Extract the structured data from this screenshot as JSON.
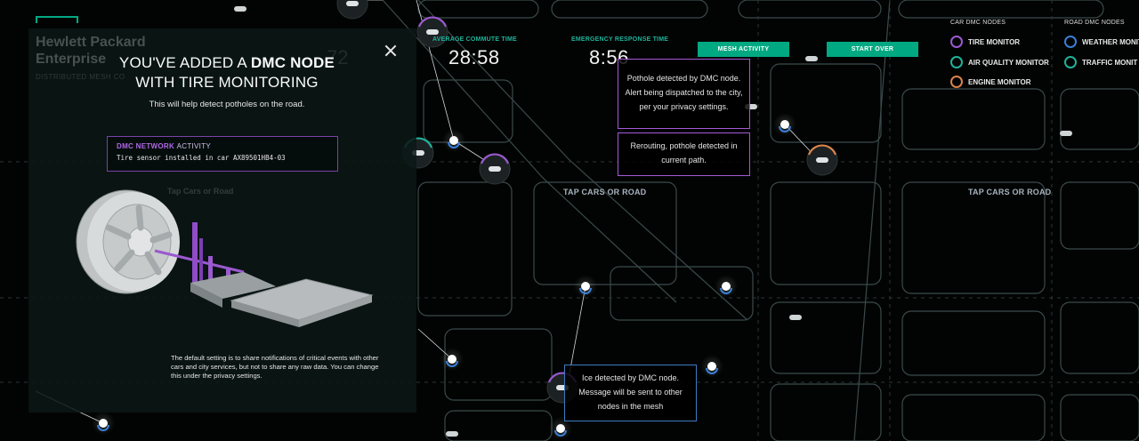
{
  "header": {
    "metrics": [
      {
        "label": "Average Commute Time",
        "value": "28:58"
      },
      {
        "label": "Emergency Response Time",
        "value": "8:56"
      }
    ],
    "buttons": {
      "mesh_activity": "Mesh Activity",
      "start_over": "Start Over"
    }
  },
  "legend": {
    "car_heading": "Car DMC Nodes",
    "car_items": [
      {
        "label": "Tire Monitor",
        "color": "#9b59d0",
        "icon": "tire-ring-icon"
      },
      {
        "label": "Air Quality Monitor",
        "color": "#1fb29a",
        "icon": "air-quality-ring-icon"
      },
      {
        "label": "Engine Monitor",
        "color": "#d9834a",
        "icon": "engine-ring-icon"
      }
    ],
    "road_heading": "Road DMC Nodes",
    "road_items": [
      {
        "label": "Weather Monit",
        "color": "#3b7ed6",
        "icon": "weather-ring-icon"
      },
      {
        "label": "Traffic Monit",
        "color": "#1fb29a",
        "icon": "traffic-ring-icon"
      }
    ]
  },
  "map": {
    "tap_labels": [
      "Tap Cars or Road",
      "Tap Cars or Road"
    ],
    "alerts": {
      "pothole": "Pothole detected by DMC node. Alert being dispatched to the city, per your privacy settings.",
      "reroute": "Rerouting, pothole detected in current path.",
      "ice": "Ice detected by DMC node. Message will be sent to other nodes in the mesh"
    }
  },
  "brand": {
    "line1": "Hewlett Packard",
    "line2": "Enterprise",
    "sub": "Distributed Mesh Co",
    "ghost_metric": "72",
    "ghost_tap": "Tap Cars or Road"
  },
  "modal": {
    "title_prefix": "You've added a",
    "title_bold": "DMC Node",
    "title_suffix": "with tire monitoring",
    "subtitle": "This will help detect potholes on the road.",
    "activity_label": "DMC Network",
    "activity_label_suffix": "Activity",
    "activity_message": "Tire sensor installed in car AX89501HB4-03",
    "body": "The default setting is to share notifications of critical events with other cars and city services, but not to share any raw data. You can change this under the privacy settings."
  },
  "colors": {
    "accent": "#01a982",
    "tire": "#9b59d0",
    "weather": "#3b7ed6",
    "engine": "#d9834a",
    "road_line": "#3e4d4e"
  }
}
